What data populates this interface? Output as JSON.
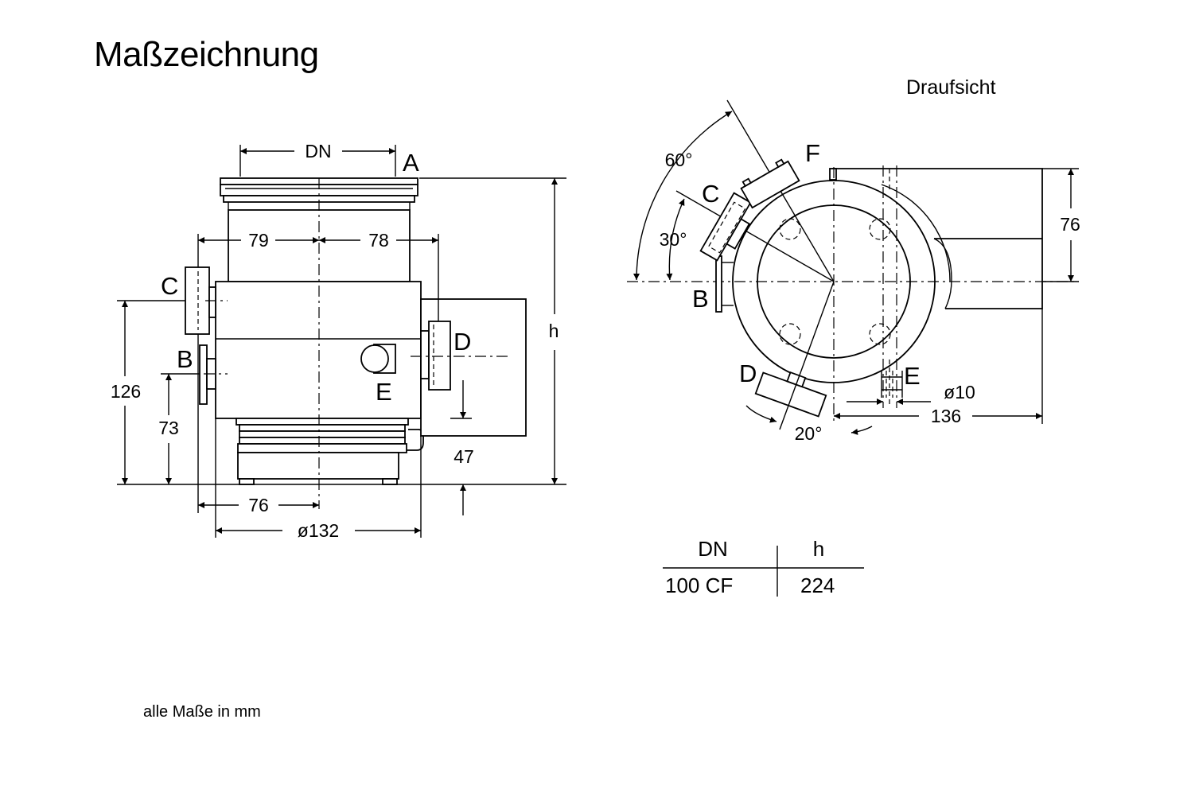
{
  "title": "Maßzeichnung",
  "top_view_label": "Draufsicht",
  "footnote": "alle Maße in mm",
  "side_view": {
    "ports": {
      "A": "A",
      "B": "B",
      "C": "C",
      "D": "D",
      "E": "E"
    },
    "dims": {
      "dn": "DN",
      "left_79": "79",
      "right_78": "78",
      "height_h": "h",
      "left_126": "126",
      "left_73": "73",
      "right_47": "47",
      "bottom_76": "76",
      "diameter_132": "ø132"
    }
  },
  "top_view": {
    "ports": {
      "B": "B",
      "C": "C",
      "D": "D",
      "E": "E",
      "F": "F"
    },
    "dims": {
      "angle_60": "60°",
      "angle_30": "30°",
      "angle_20": "20°",
      "height_76": "76",
      "diameter_10": "ø10",
      "width_136": "136"
    }
  },
  "table": {
    "headers": [
      "DN",
      "h"
    ],
    "rows": [
      [
        "100 CF",
        "224"
      ]
    ]
  }
}
